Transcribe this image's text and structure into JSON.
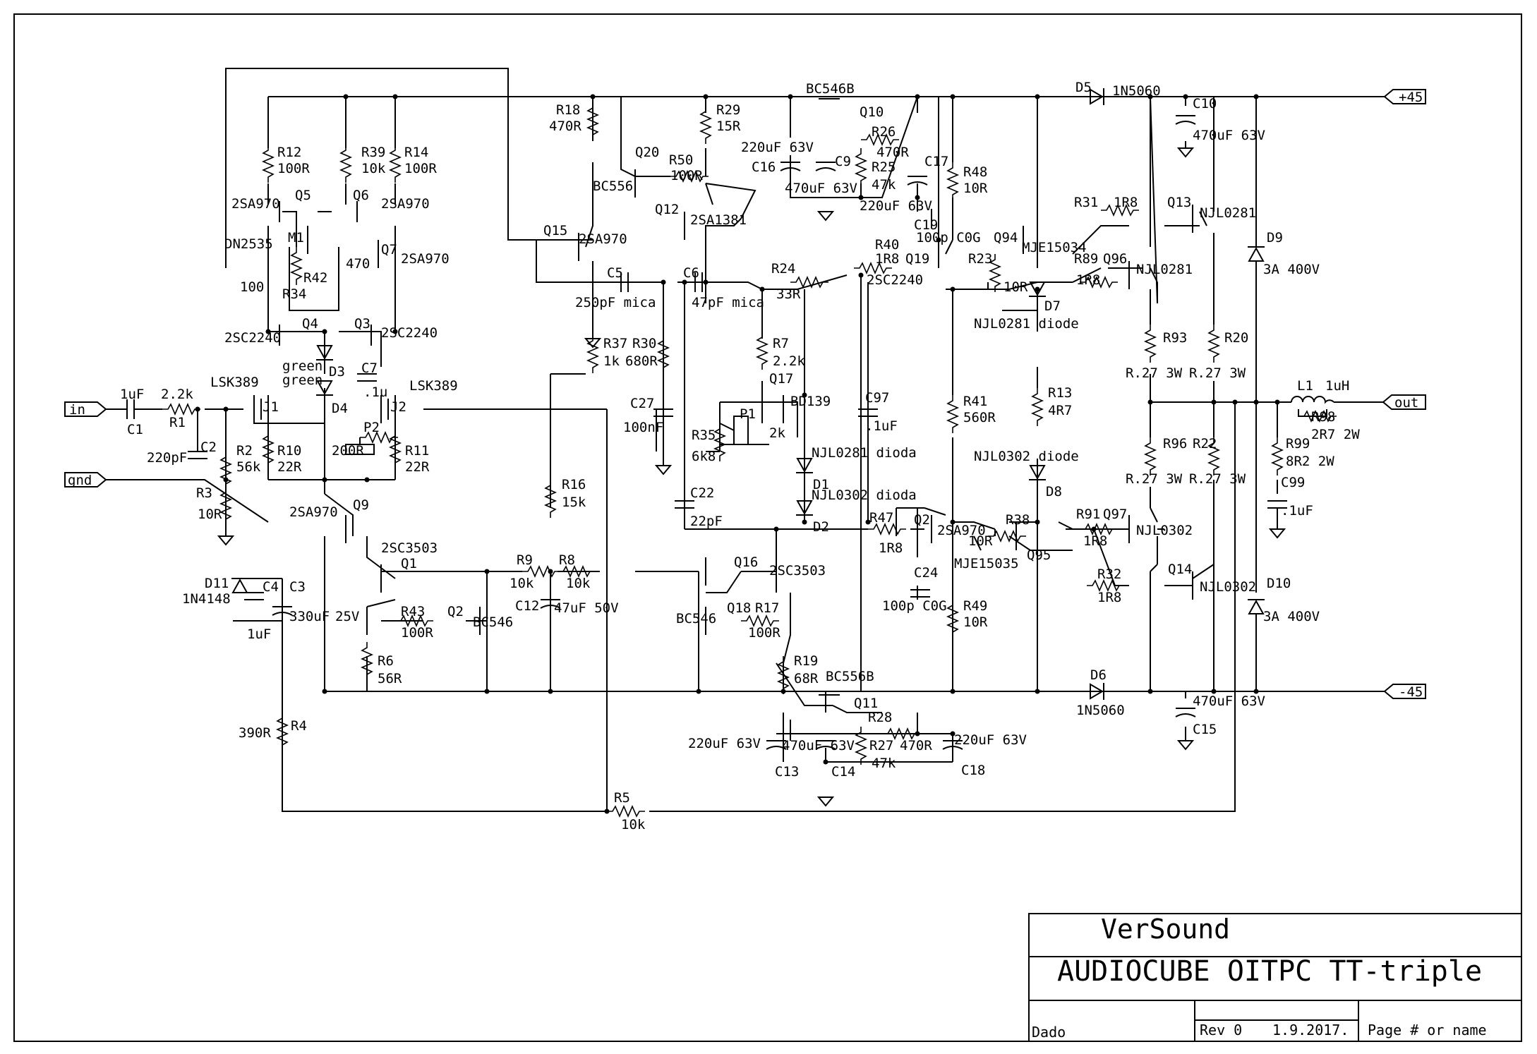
{
  "title_block": {
    "company": "VerSound",
    "title": "AUDIOCUBE OITPC  TT-triple",
    "author": "Dado",
    "rev": "Rev 0",
    "date": "1.9.2017.",
    "page": "Page # or name"
  },
  "ports": {
    "in": "in",
    "gnd": "gnd",
    "out": "out",
    "pos": "+45",
    "neg": "-45"
  },
  "labels": {
    "R12": "R12",
    "R12v": "100R",
    "R39": "R39",
    "R39v": "10k",
    "R14": "R14",
    "R14v": "100R",
    "Q5": "Q5",
    "Q5t": "2SA970",
    "Q6": "Q6",
    "Q6t": "2SA970",
    "M1": "M1",
    "M1t": "DN2535",
    "Q7": "Q7",
    "Q7t": "2SA970",
    "R42": "R42",
    "R42v": "470",
    "R34": "R34",
    "R34v": "100",
    "Q4": "Q4",
    "Q4t": "2SC2240",
    "Q3": "Q3",
    "Q3t": "2SC2240",
    "D3": "D3",
    "D3c": "green",
    "D4": "D4",
    "D4c": "green",
    "C7": "C7",
    "C7v": ".1u",
    "J1": "J1",
    "J1t": "LSK389",
    "J2": "J2",
    "J2t": "LSK389",
    "C1": "C1",
    "C1v": "1uF",
    "R1": "R1",
    "R1v": "2.2k",
    "C2": "C2",
    "C2v": "220pF",
    "R2": "R2",
    "R2v": "56k",
    "R3": "R3",
    "R3v": "10R",
    "R10": "R10",
    "R10v": "22R",
    "P2": "P2",
    "P2v": "200R",
    "R11": "R11",
    "R11v": "22R",
    "Q9": "Q9",
    "Q9t": "2SA970",
    "Q1": "Q1",
    "Q1t": "2SC3503",
    "D11": "D11",
    "D11t": "1N4148",
    "C4": "C4",
    "C4v": "1uF",
    "C3": "C3",
    "C3v": "330uF",
    "C3vv": "25V",
    "R43": "R43",
    "R43v": "100R",
    "Q2a": "Q2",
    "Q2at": "BC546",
    "R6": "R6",
    "R6v": "56R",
    "R4": "R4",
    "R4v": "390R",
    "R5": "R5",
    "R5v": "10k",
    "R18": "R18",
    "R18v": "470R",
    "R29": "R29",
    "R29v": "15R",
    "Q20": "Q20",
    "Q20t": "BC556",
    "R50": "R50",
    "R50v": "100R",
    "Q12": "Q12",
    "Q12t": "2SA1381",
    "Q15": "Q15",
    "Q15t": "2SA970",
    "C5": "C5",
    "C5v": "250pF mica",
    "C6": "C6",
    "C6v": "47pF mica",
    "R37": "R37",
    "R37v": "1k",
    "R30": "R30",
    "R30v": "680R",
    "C27": "C27",
    "C27v": "100nF",
    "R16": "R16",
    "R16v": "15k",
    "R9": "R9",
    "R9v": "10k",
    "R8": "R8",
    "R8v": "10k",
    "C12": "C12",
    "C12v": "47uF 50V",
    "C22": "C22",
    "C22v": "22pF",
    "Q10": "Q10",
    "Q10t": "BC546B",
    "C16": "C16",
    "C16v": "220uF 63V",
    "C9": "C9",
    "C9v": "470uF 63V",
    "R26": "R26",
    "R26v": "470R",
    "R25": "R25",
    "R25v": "47k",
    "C17": "C17",
    "C17v": "220uF 63V",
    "R48": "R48",
    "R48v": "10R",
    "C19": "C19",
    "C19v": "100p C0G",
    "R24": "R24",
    "R24v": "33R",
    "R7": "R7",
    "R7v": "2.2k",
    "Q17": "Q17",
    "Q17t": "BD139",
    "P1": "P1",
    "P1v": "2k",
    "R35": "R35",
    "R35v": "6k8",
    "C97": "C97",
    "C97v": ".1uF",
    "D1": "D1",
    "D1t": "NJL0281 dioda",
    "D2": "D2",
    "D2t": "NJL0302 dioda",
    "R40": "R40",
    "R40v": "1R8",
    "Q19": "Q19",
    "Q19t": "2SC2240",
    "Q94": "Q94",
    "Q94t": "MJE15034",
    "R23": "R23",
    "R23v": "10R",
    "D7": "D7",
    "D7t": "NJL0281 diode",
    "R41": "R41",
    "R41v": "560R",
    "R13": "R13",
    "R13v": "4R7",
    "D8": "D8",
    "D8t": "NJL0302 diode",
    "R47": "R47",
    "R47v": "1R8",
    "Q2b": "Q2",
    "Q2bt": "2SA970",
    "R38": "R38",
    "R38v": "10R",
    "Q95": "Q95",
    "Q95t": "MJE15035",
    "C24": "C24",
    "C24v": "100p C0G",
    "R49": "R49",
    "R49v": "10R",
    "Q16": "Q16",
    "Q16t": "2SC3503",
    "Q18": "Q18",
    "Q18t": "BC546",
    "R17": "R17",
    "R17v": "100R",
    "R19": "R19",
    "R19v": "68R",
    "Q11": "Q11",
    "Q11t": "BC556B",
    "C13": "C13",
    "C13v": "220uF 63V",
    "C14": "C14",
    "C14v": "470uF 63V",
    "R28": "R28",
    "R27": "R27",
    "R27v": "47k",
    "R28v": "470R",
    "C18": "C18",
    "C18v": "220uF 63V",
    "D5": "D5",
    "D5t": "1N5060",
    "D6": "D6",
    "D6t": "1N5060",
    "C10": "C10",
    "C10v": "470uF 63V",
    "C15": "C15",
    "C15v": "470uF 63V",
    "R31": "R31",
    "R31v": "1R8",
    "Q13": "Q13",
    "Q13t": "NJL0281",
    "R89": "R89",
    "R89v": "1R8",
    "Q96": "Q96",
    "Q96t": "NJL0281",
    "R93": "R93",
    "R93v": "R.27 3W",
    "R20": "R20",
    "R20v": "R.27 3W",
    "R96": "R96",
    "R96v": "R.27 3W",
    "R22": "R22",
    "R22v": "R.27 3W",
    "R91": "R91",
    "R91v": "1R8",
    "Q97": "Q97",
    "Q97t": "NJL0302",
    "R32": "R32",
    "R32v": "1R8",
    "Q14": "Q14",
    "Q14t": "NJL0302",
    "D9": "D9",
    "D9t": "3A 400V",
    "D10": "D10",
    "D10t": "3A 400V",
    "L1": "L1",
    "L1v": "1uH",
    "R98": "R98",
    "R98v": "2R7 2W",
    "R99": "R99",
    "R99v": "8R2 2W",
    "C99": "C99",
    "C99v": ".1uF"
  }
}
